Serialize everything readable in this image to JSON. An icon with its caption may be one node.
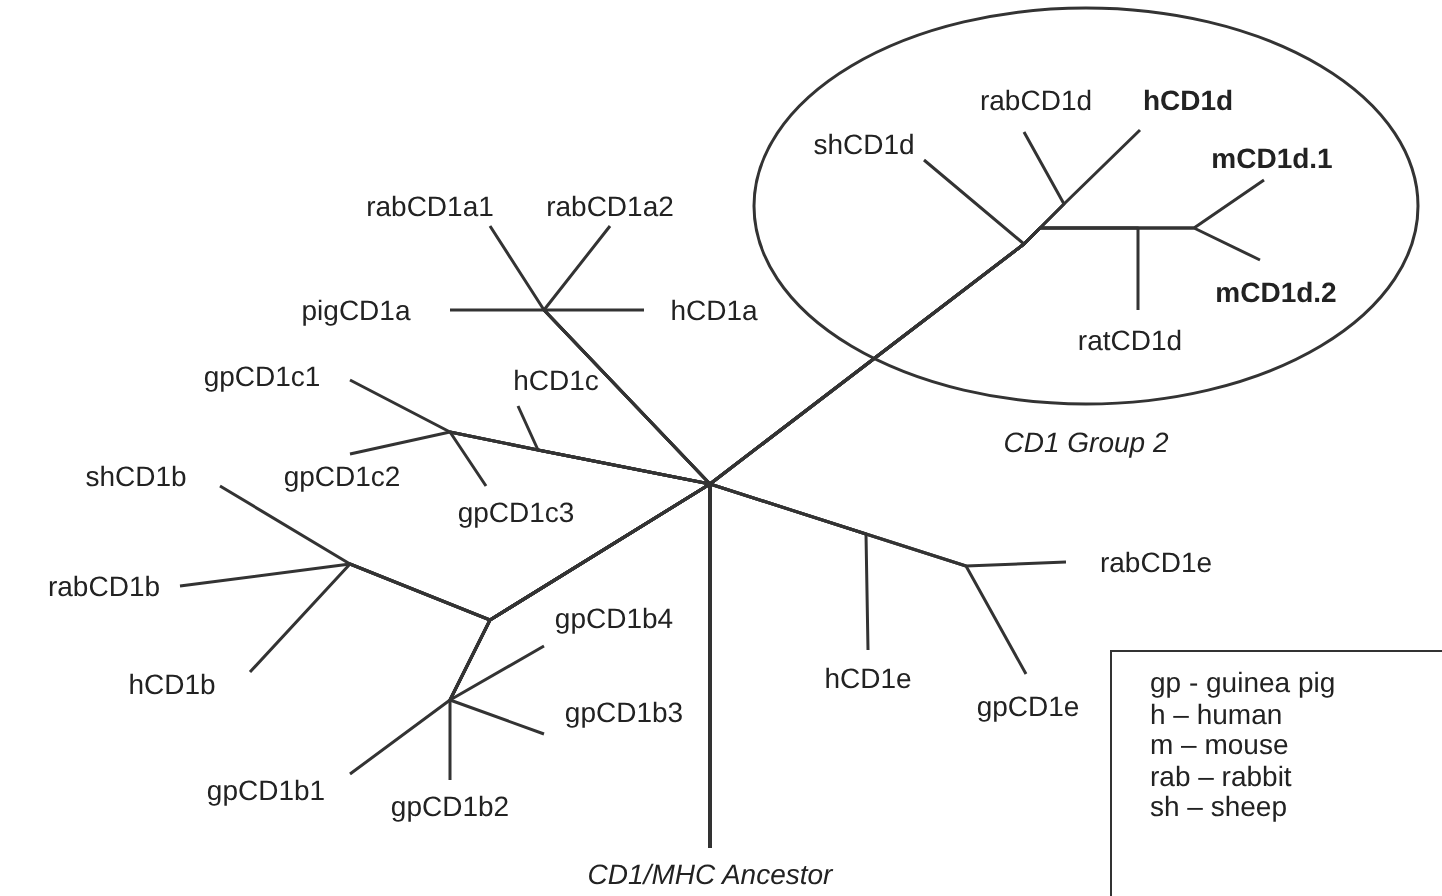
{
  "diagram": {
    "nodes": [
      {
        "text": [
          "CD1 Group 2"
        ]
      },
      {
        "text": [
          "shCD1d"
        ],
        "in": 0
      },
      {
        "text": [
          "rabCD1d"
        ],
        "in": 0
      },
      {
        "text": [
          "hCD1d"
        ],
        "in": 0
      },
      {
        "text": [
          "mCD1d.1"
        ],
        "in": 0
      },
      {
        "text": [
          "mCD1d.2"
        ],
        "in": 0
      },
      {
        "text": [
          "ratCD1d"
        ],
        "in": 0
      },
      {
        "text": [
          "rabCD1a1"
        ]
      },
      {
        "text": [
          "rabCD1a2"
        ]
      },
      {
        "text": [
          "pigCD1a"
        ]
      },
      {
        "text": [
          "hCD1a"
        ]
      },
      {
        "text": [
          "gpCD1c1"
        ]
      },
      {
        "text": [
          "hCD1c"
        ]
      },
      {
        "text": [
          "gpCD1c2"
        ]
      },
      {
        "text": [
          "gpCD1c3"
        ]
      },
      {
        "text": [
          "shCD1b"
        ]
      },
      {
        "text": [
          "rabCD1b"
        ]
      },
      {
        "text": [
          "hCD1b"
        ]
      },
      {
        "text": [
          "gpCD1b4"
        ]
      },
      {
        "text": [
          "gpCD1b3"
        ]
      },
      {
        "text": [
          "hCD1e"
        ]
      },
      {
        "text": [
          "gpCD1e"
        ]
      },
      {
        "text": [
          "rabCD1e"
        ]
      },
      {
        "text": [
          "gpCD1b1"
        ]
      },
      {
        "text": [
          "gpCD1b2"
        ]
      },
      {
        "text": [
          "CD1/MHC Ancestor"
        ]
      }
    ],
    "edges": [
      {
        "from": 25,
        "to": 1,
        "arrow": "none"
      },
      {
        "from": 25,
        "to": 2,
        "arrow": "none"
      },
      {
        "from": 25,
        "to": 3,
        "arrow": "none"
      },
      {
        "from": 25,
        "to": 4,
        "arrow": "none"
      },
      {
        "from": 25,
        "to": 5,
        "arrow": "none"
      },
      {
        "from": 25,
        "to": 6,
        "arrow": "none"
      },
      {
        "from": 25,
        "to": 7,
        "arrow": "none"
      },
      {
        "from": 25,
        "to": 8,
        "arrow": "none"
      },
      {
        "from": 25,
        "to": 9,
        "arrow": "none"
      },
      {
        "from": 25,
        "to": 10,
        "arrow": "none"
      },
      {
        "from": 25,
        "to": 11,
        "arrow": "none"
      },
      {
        "from": 25,
        "to": 12,
        "arrow": "none"
      },
      {
        "from": 25,
        "to": 13,
        "arrow": "none"
      },
      {
        "from": 25,
        "to": 14,
        "arrow": "none"
      },
      {
        "from": 25,
        "to": 15,
        "arrow": "none"
      },
      {
        "from": 25,
        "to": 16,
        "arrow": "none"
      },
      {
        "from": 25,
        "to": 17,
        "arrow": "none"
      },
      {
        "from": 25,
        "to": 18,
        "arrow": "none"
      },
      {
        "from": 25,
        "to": 19,
        "arrow": "none"
      },
      {
        "from": 25,
        "to": 20,
        "arrow": "none"
      },
      {
        "from": 25,
        "to": 21,
        "arrow": "none"
      },
      {
        "from": 25,
        "to": 22,
        "arrow": "none"
      },
      {
        "from": 25,
        "to": 23,
        "arrow": "none"
      },
      {
        "from": 25,
        "to": 24,
        "arrow": "none"
      }
    ],
    "legend": [
      {
        "text": "gp - guinea pig"
      },
      {
        "text": "h – human"
      },
      {
        "text": "m – mouse"
      },
      {
        "text": "rab – rabbit"
      },
      {
        "text": "sh – sheep"
      }
    ]
  }
}
